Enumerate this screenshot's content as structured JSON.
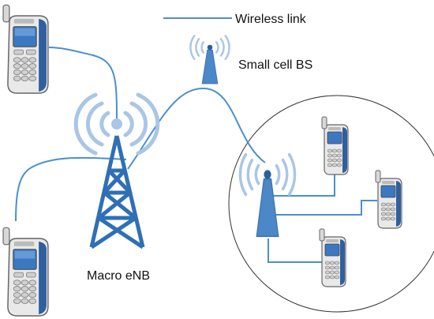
{
  "legend": {
    "wireless_link": "Wireless link",
    "small_cell_bs": "Small cell BS"
  },
  "labels": {
    "macro_enb": "Macro eNB"
  },
  "colors": {
    "link": "#4a8fd0",
    "tower": "#2f6fb6",
    "small_cell": "#4c87c8",
    "wave": "#a9c6e6",
    "phone_body": "#e6e6e6",
    "phone_screen": "#3b78c0"
  },
  "icons": {
    "macro": "cell-tower-icon",
    "small_cell": "small-cell-antenna-icon",
    "ue": "mobile-phone-icon"
  }
}
